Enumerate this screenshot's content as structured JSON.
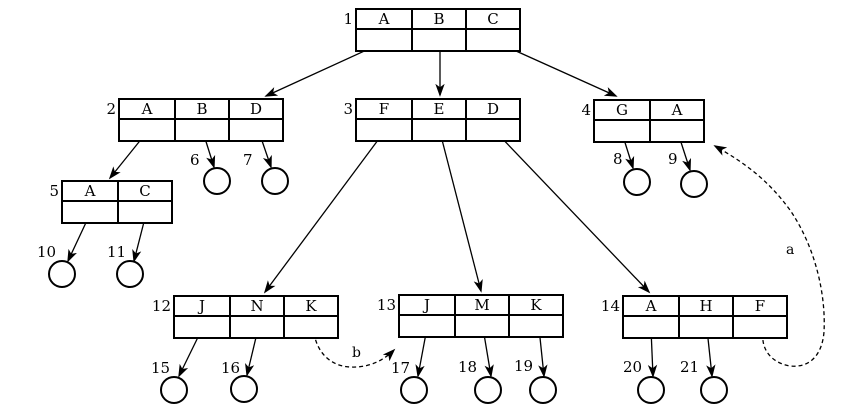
{
  "colors": {
    "ink": "#000000",
    "paper": "#ffffff"
  },
  "nodes": [
    {
      "id": "1",
      "cells": [
        "A",
        "B",
        "C"
      ]
    },
    {
      "id": "2",
      "cells": [
        "A",
        "B",
        "D"
      ]
    },
    {
      "id": "3",
      "cells": [
        "F",
        "E",
        "D"
      ]
    },
    {
      "id": "4",
      "cells": [
        "G",
        "A"
      ]
    },
    {
      "id": "5",
      "cells": [
        "A",
        "C"
      ]
    },
    {
      "id": "12",
      "cells": [
        "J",
        "N",
        "K"
      ]
    },
    {
      "id": "13",
      "cells": [
        "J",
        "M",
        "K"
      ]
    },
    {
      "id": "14",
      "cells": [
        "A",
        "H",
        "F"
      ]
    }
  ],
  "leaves": [
    {
      "id": "6"
    },
    {
      "id": "7"
    },
    {
      "id": "8"
    },
    {
      "id": "9"
    },
    {
      "id": "10"
    },
    {
      "id": "11"
    },
    {
      "id": "15"
    },
    {
      "id": "16"
    },
    {
      "id": "17"
    },
    {
      "id": "18"
    },
    {
      "id": "19"
    },
    {
      "id": "20"
    },
    {
      "id": "21"
    }
  ],
  "edge_labels": {
    "a": "a",
    "b": "b"
  }
}
